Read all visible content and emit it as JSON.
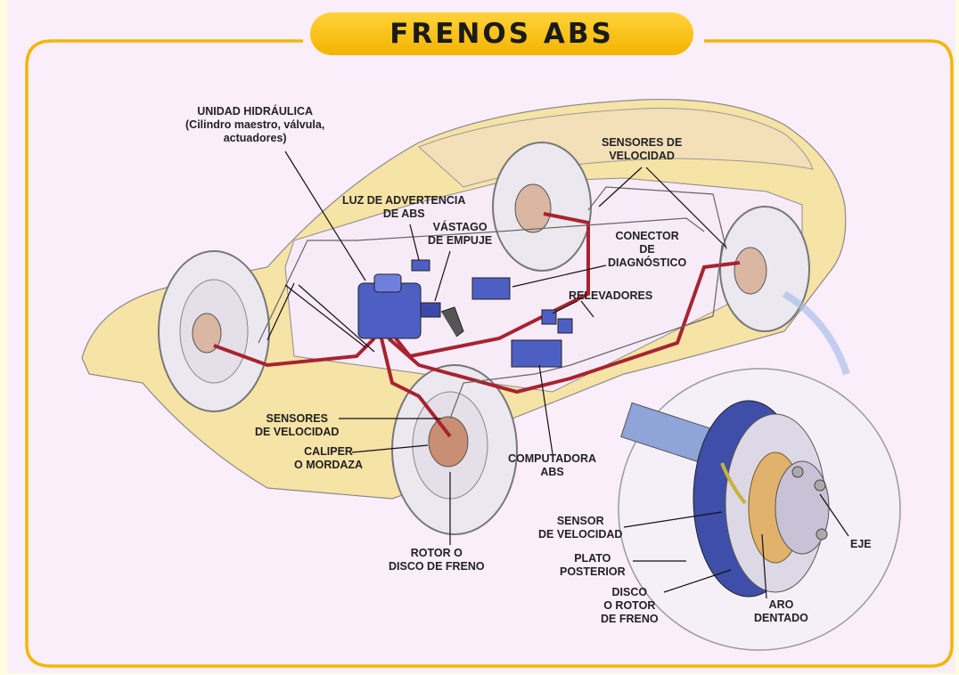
{
  "title": "FRENOS ABS",
  "labels": {
    "unidad": [
      "UNIDAD HIDRÁULICA",
      "(Cilindro maestro, válvula,",
      "actuadores)"
    ],
    "luz": [
      "LUZ DE ADVERTENCIA",
      "DE ABS"
    ],
    "vastago": [
      "VÁSTAGO",
      "DE EMPUJE"
    ],
    "sensores_top": [
      "SENSORES DE",
      "VELOCIDAD"
    ],
    "conector": [
      "CONECTOR",
      "DE",
      "DIAGNÓSTICO"
    ],
    "relevadores": [
      "RELEVADORES"
    ],
    "sensores_left": [
      "SENSORES",
      "DE VELOCIDAD"
    ],
    "caliper": [
      "CALIPER",
      "O MORDAZA"
    ],
    "computadora": [
      "COMPUTADORA",
      "ABS"
    ],
    "rotor": [
      "ROTOR O",
      "DISCO DE FRENO"
    ],
    "sensor_detail": [
      "SENSOR",
      "DE VELOCIDAD"
    ],
    "plato": [
      "PLATO",
      "POSTERIOR"
    ],
    "disco": [
      "DISCO",
      "O ROTOR",
      "DE FRENO"
    ],
    "eje": [
      "EJE"
    ],
    "aro": [
      "ARO",
      "DENTADO"
    ]
  },
  "colors": {
    "frame": "#f2b705",
    "panel": "#fbeefb",
    "car_body": "#f6e3a6",
    "brake_line": "#a8232f",
    "module": "#4e5fc4"
  }
}
